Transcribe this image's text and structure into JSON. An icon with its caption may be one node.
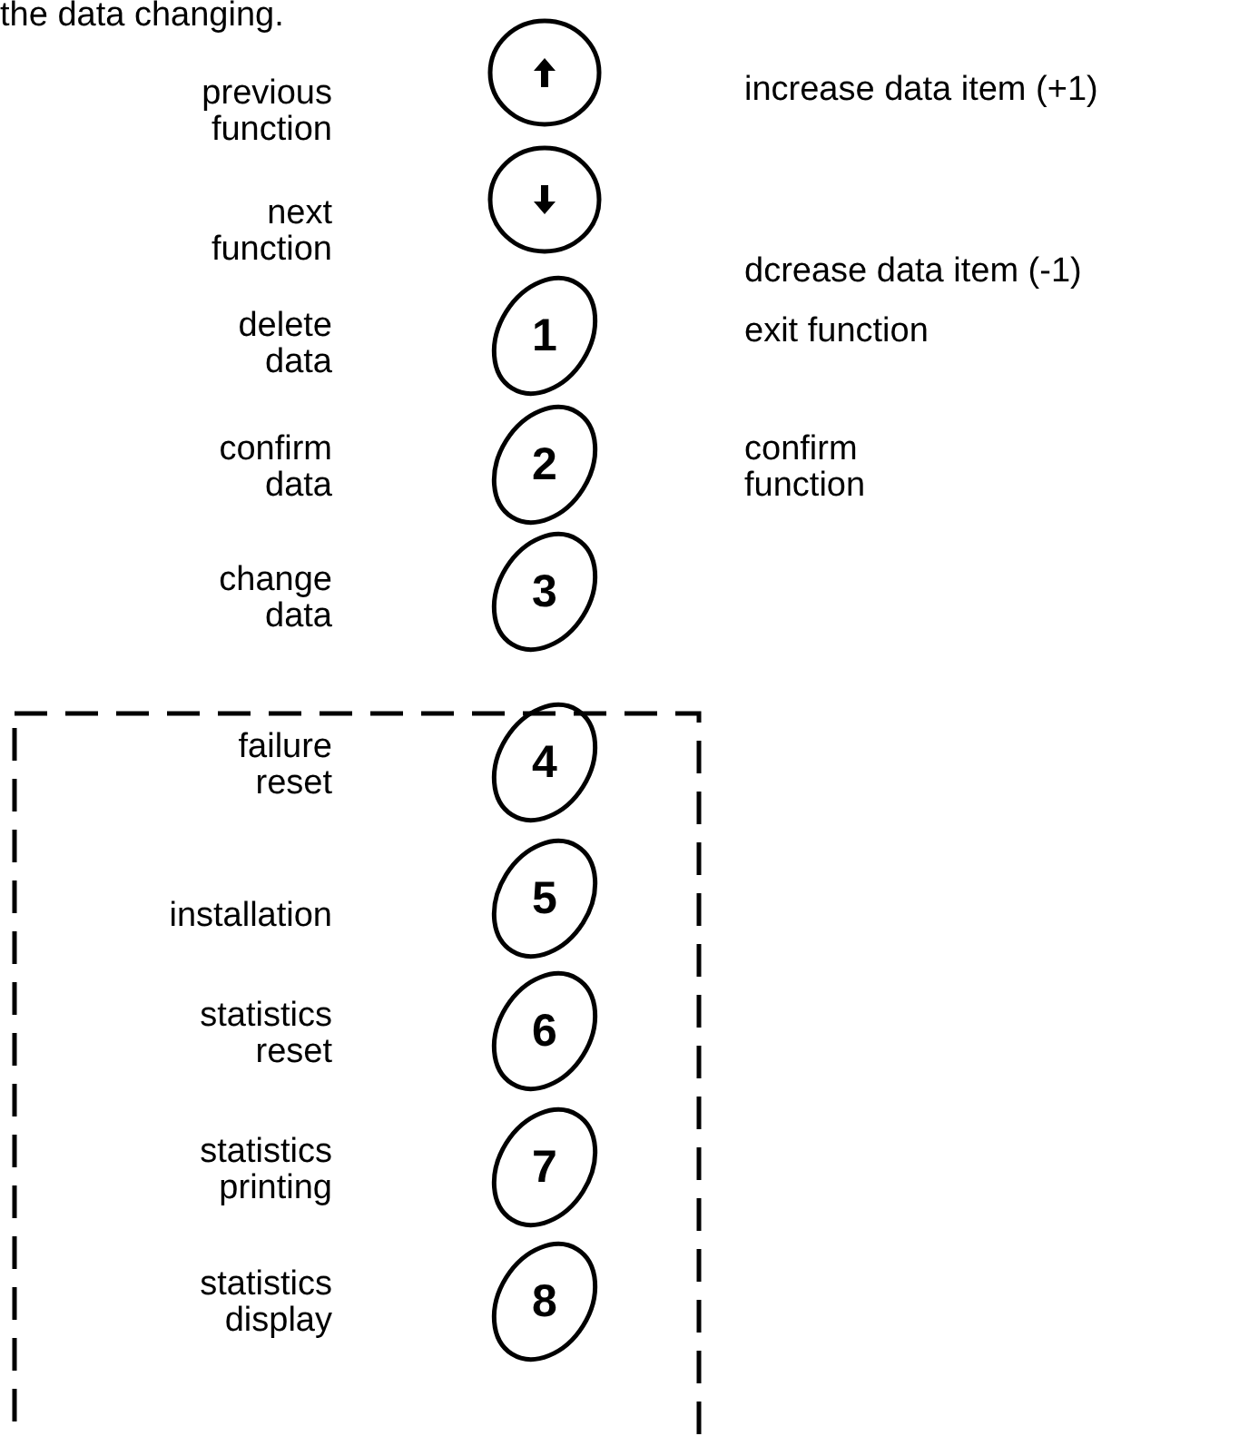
{
  "diagram": {
    "nodes": [
      {
        "text": [],
        "shape": "circle"
      },
      {
        "text": [],
        "shape": "circle"
      },
      {
        "text": [
          "1"
        ]
      },
      {
        "text": [
          "2"
        ]
      },
      {
        "text": [
          "3"
        ]
      },
      {
        "text": [],
        "shape": "box"
      },
      {
        "text": [
          "4"
        ],
        "in": 5
      },
      {
        "text": [
          "5"
        ],
        "in": 5
      },
      {
        "text": [
          "6"
        ],
        "in": 5
      },
      {
        "text": [
          "7"
        ],
        "in": 5
      },
      {
        "text": [
          "8"
        ],
        "in": 5
      }
    ],
    "labels": [
      "the data changing.",
      "previous function",
      "increase data item (+1)",
      "next function",
      "dcrease data item (-1)",
      "delete data",
      "exit function",
      "confirm data",
      "confirm function",
      "change data",
      "failure reset",
      "installation",
      "statistics reset",
      "statistics printing",
      "statistics display"
    ]
  }
}
